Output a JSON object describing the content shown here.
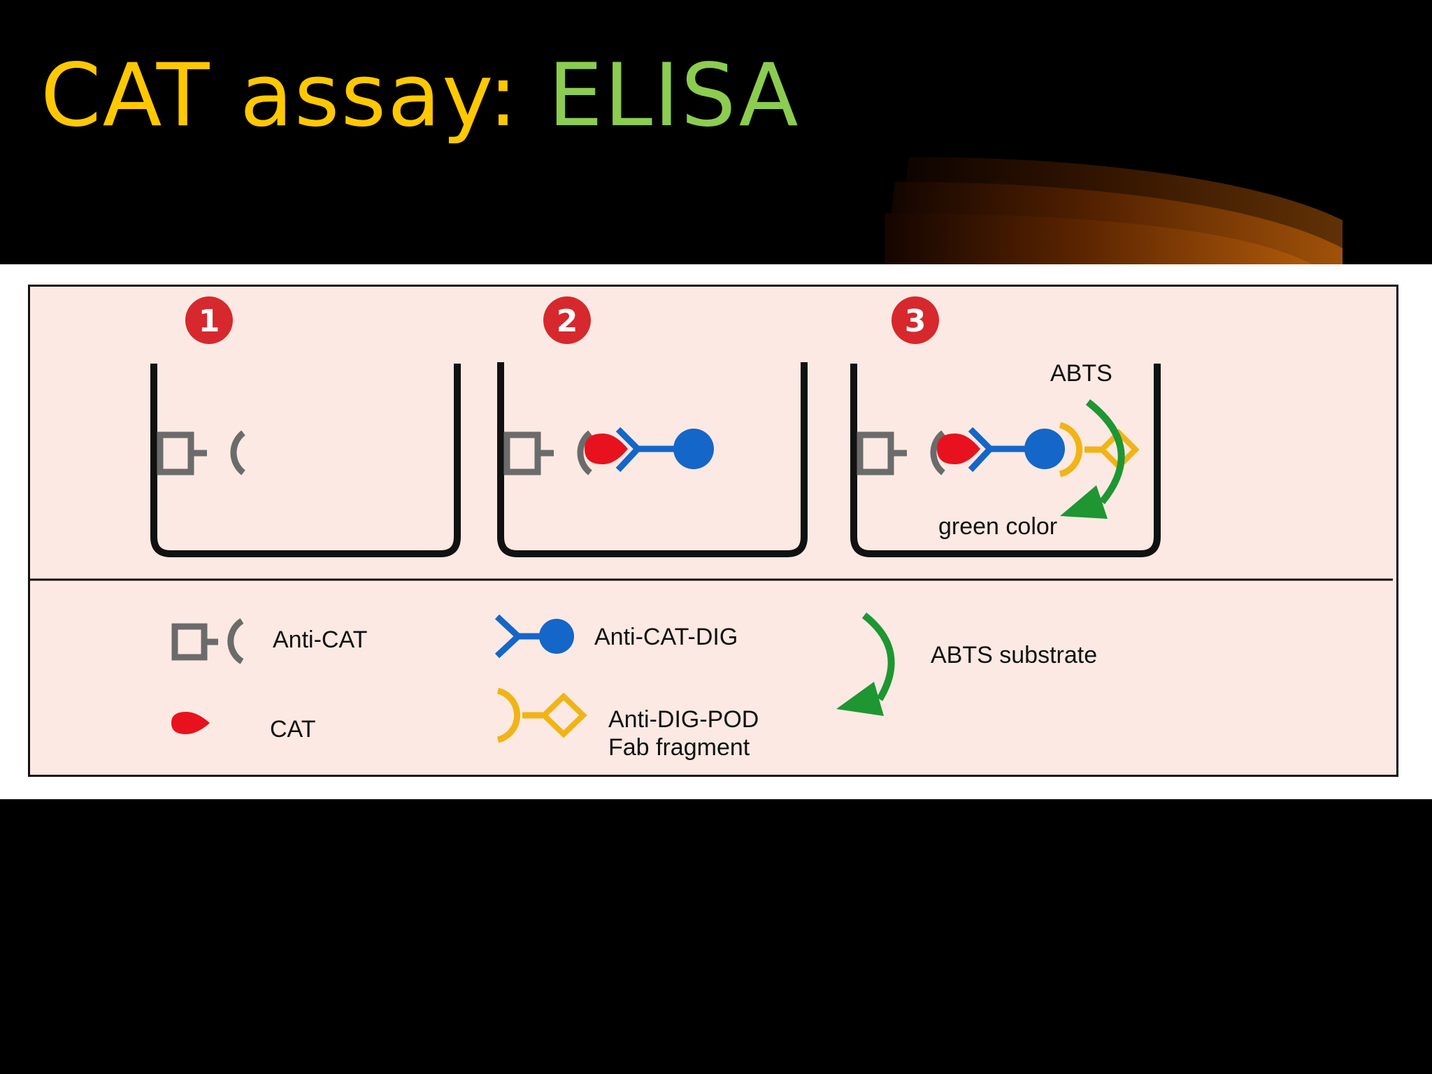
{
  "slide": {
    "title_part1": "CAT assay: ",
    "title_part2": "ELISA"
  },
  "diagram": {
    "steps": [
      {
        "number": "1"
      },
      {
        "number": "2"
      },
      {
        "number": "3"
      }
    ],
    "labels": {
      "abts": "ABTS",
      "green_color": "green color"
    },
    "legend": {
      "anti_cat": "Anti-CAT",
      "cat": "CAT",
      "anti_cat_dig": "Anti-CAT-DIG",
      "anti_dig_pod_line1": "Anti-DIG-POD",
      "anti_dig_pod_line2": "Fab fragment",
      "abts_substrate": "ABTS substrate"
    },
    "colors": {
      "anti_cat": "#6b6b6b",
      "cat": "#e8121e",
      "anti_cat_dig": "#1466c8",
      "anti_dig_pod": "#f0b416",
      "abts_arrow": "#1e9632",
      "step_badge": "#d7282d",
      "panel_bg": "#fce9e3"
    }
  }
}
